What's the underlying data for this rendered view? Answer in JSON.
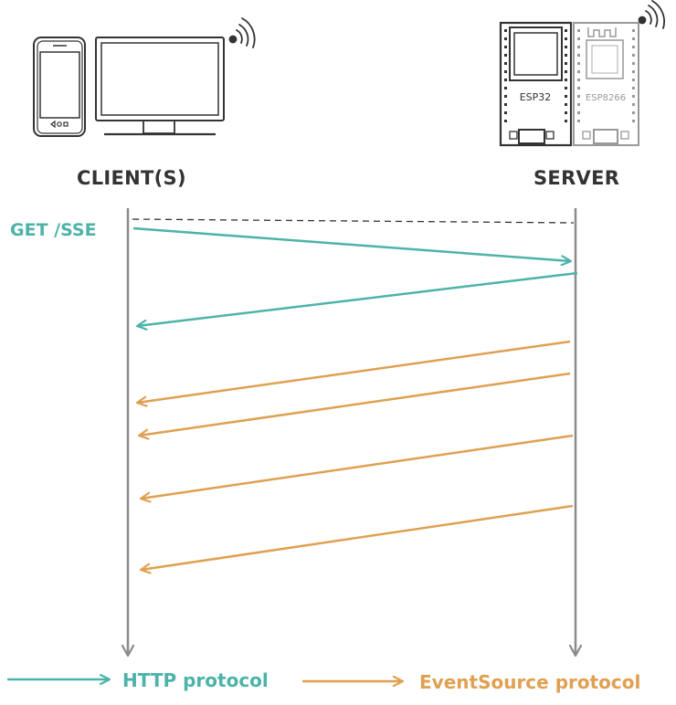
{
  "labels": {
    "client": "CLIENT(S)",
    "server": "SERVER",
    "request": "GET /SSE"
  },
  "chips": {
    "esp32": "ESP32",
    "esp8266": "ESP8266"
  },
  "legend": {
    "http": "HTTP protocol",
    "eventsource": "EventSource protocol"
  },
  "colors": {
    "http": "#4db3a9",
    "eventsource": "#e0a052",
    "lifeline": "#8a8a8a",
    "text": "#333333"
  },
  "icons": [
    "smartphone-icon",
    "monitor-icon",
    "wifi-icon",
    "esp32-board-icon",
    "esp8266-board-icon"
  ]
}
